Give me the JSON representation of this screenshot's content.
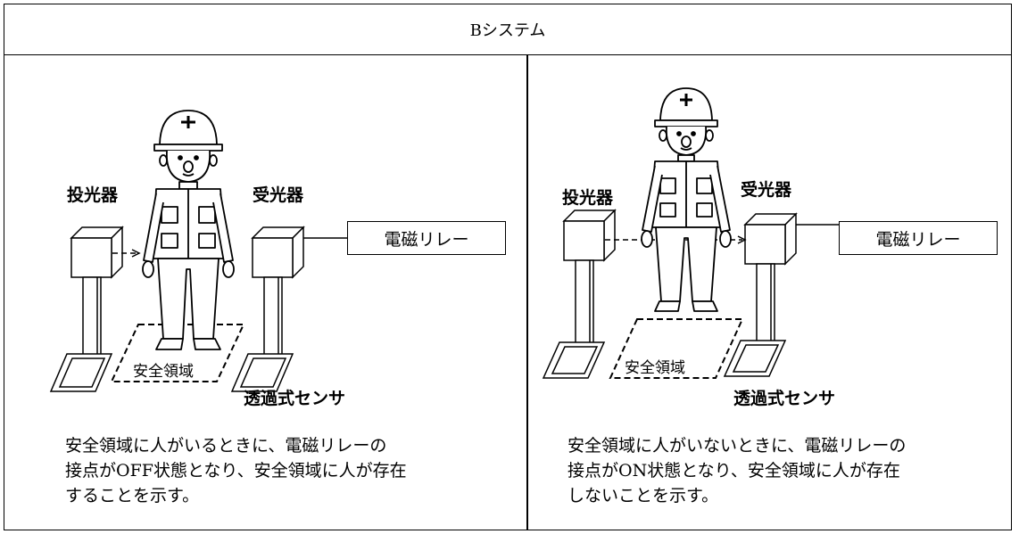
{
  "title": "Bシステム",
  "panels": [
    {
      "emitter_label": "投光器",
      "receiver_label": "受光器",
      "relay_label": "電磁リレー",
      "zone_label": "安全領域",
      "sensor_label": "透過式センサ",
      "description": [
        "安全領域に人がいるときに、電磁リレーの",
        "接点がOFF状態となり、安全領域に人が存在",
        "することを示す。"
      ]
    },
    {
      "emitter_label": "投光器",
      "receiver_label": "受光器",
      "relay_label": "電磁リレー",
      "zone_label": "安全領域",
      "sensor_label": "透過式センサ",
      "description": [
        "安全領域に人がいないときに、電磁リレーの",
        "接点がON状態となり、安全領域に人が存在",
        "しないことを示す。"
      ]
    }
  ]
}
